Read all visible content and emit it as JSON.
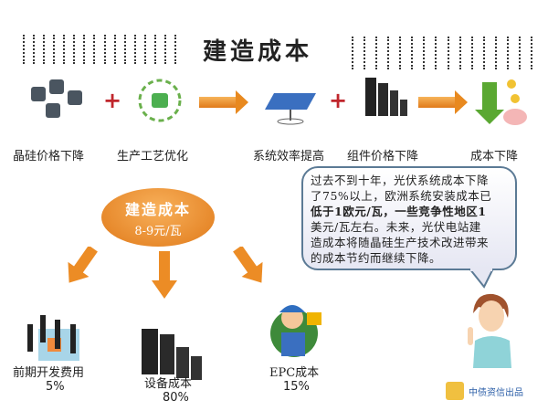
{
  "title": "建造成本",
  "top_flow": {
    "steps": [
      "晶硅价格下降",
      "生产工艺优化",
      "系统效率提高",
      "组件价格下降",
      "成本下降"
    ],
    "operators": [
      "+",
      "+"
    ]
  },
  "center": {
    "title": "建造成本",
    "value": "8-9元/瓦"
  },
  "breakdown": [
    {
      "label": "前期开发费用",
      "percent": "5%"
    },
    {
      "label": "设备成本",
      "percent": "80%"
    },
    {
      "label": "EPC成本",
      "percent": "15%"
    }
  ],
  "bubble": {
    "lines": [
      "过去不到十年，光伏系统成本下降",
      "了75%以上，欧洲系统安装成本已",
      "低于1欧元/瓦，一些竞争性地区1",
      "美元/瓦左右。未来，光伏电站建",
      "造成本将随晶硅生产技术改进带来",
      "的成本节约而继续下降。"
    ]
  },
  "footer": {
    "brand": "中债资信出品"
  },
  "colors": {
    "accent": "#e8891f",
    "plus": "#c0262c",
    "bubble_border": "#5b7a95"
  }
}
